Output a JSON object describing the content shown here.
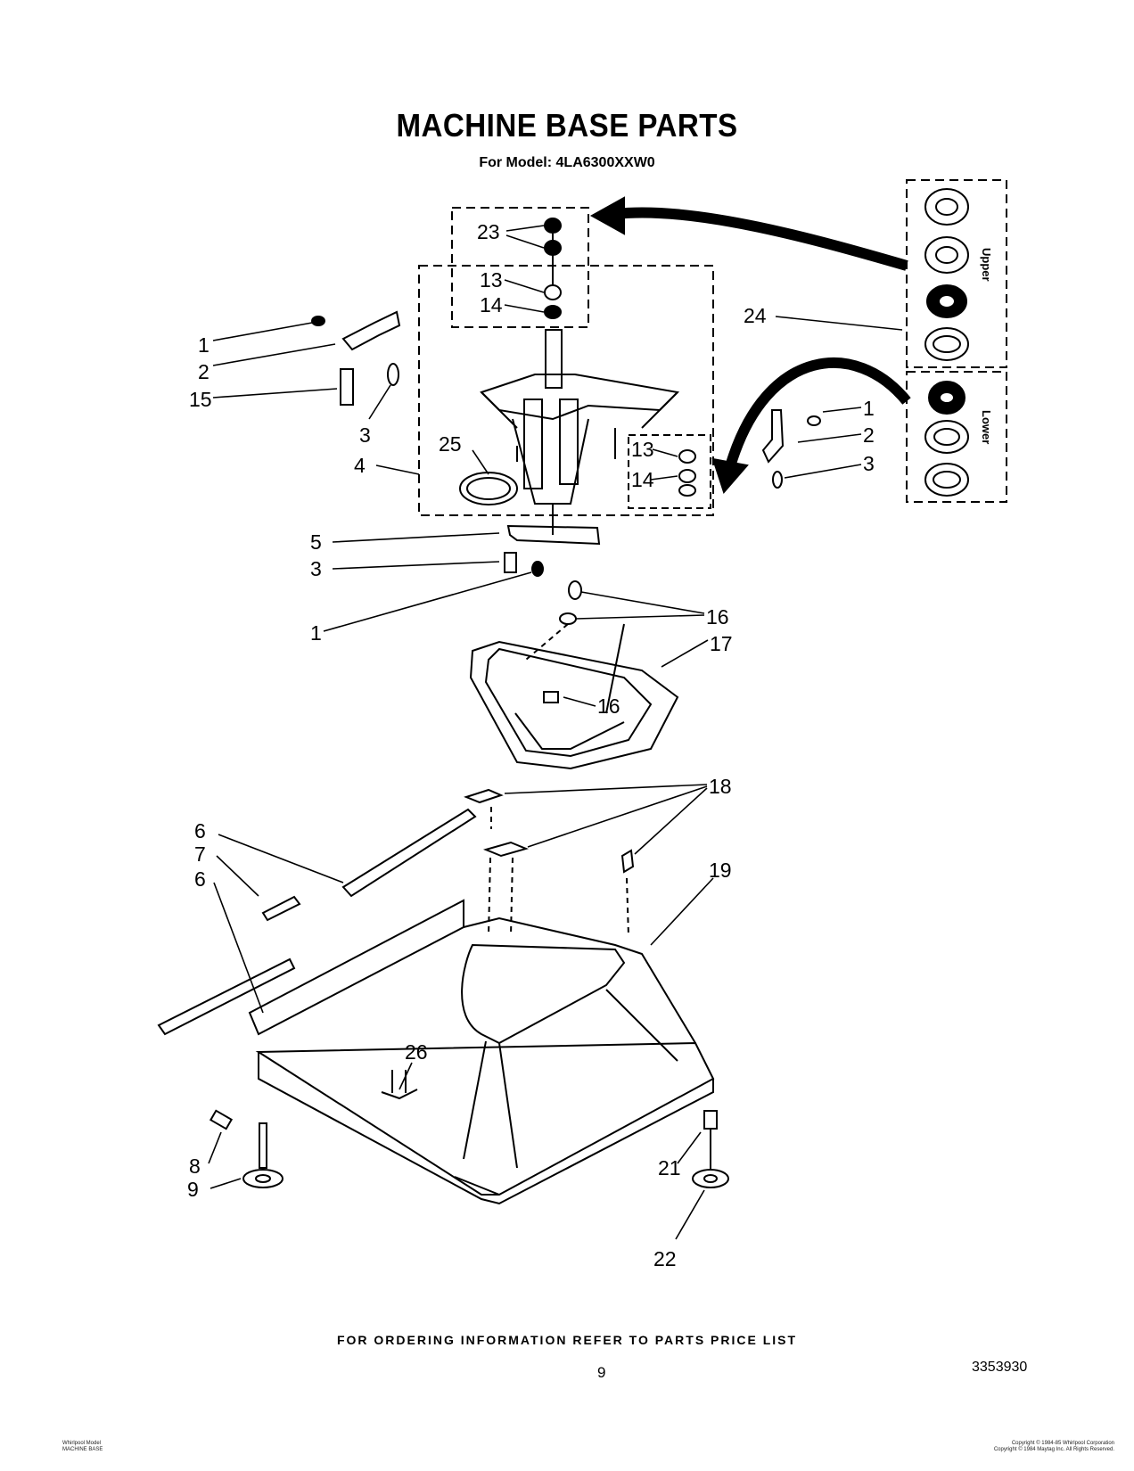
{
  "header": {
    "title": "MACHINE BASE PARTS",
    "model_line": "For Model: 4LA6300XXW0"
  },
  "callouts": {
    "c1a": "1",
    "c2a": "2",
    "c15": "15",
    "c3a": "3",
    "c4": "4",
    "c23": "23",
    "c13a": "13",
    "c14a": "14",
    "c24": "24",
    "c25": "25",
    "c13b": "13",
    "c14b": "14",
    "c1b": "1",
    "c2b": "2",
    "c3b": "3",
    "c5": "5",
    "c3c": "3",
    "c1c": "1",
    "c16a": "16",
    "c17": "17",
    "c16b": "16",
    "c18": "18",
    "c6a": "6",
    "c7": "7",
    "c6b": "6",
    "c19": "19",
    "c26": "26",
    "c8": "8",
    "c9": "9",
    "c21": "21",
    "c22": "22"
  },
  "side_box_labels": {
    "upper": "Upper",
    "lower": "Lower"
  },
  "footer": {
    "ordering_note": "FOR ORDERING INFORMATION REFER TO PARTS PRICE LIST",
    "page_number": "9",
    "document_number": "3353930",
    "small_left_1": "Whirlpool Model",
    "small_left_2": "MACHINE BASE",
    "small_right_1": "Copyright © 1984-85 Whirlpool Corporation",
    "small_right_2": "Copyright © 1984 Maytag Inc. All Rights Reserved."
  }
}
